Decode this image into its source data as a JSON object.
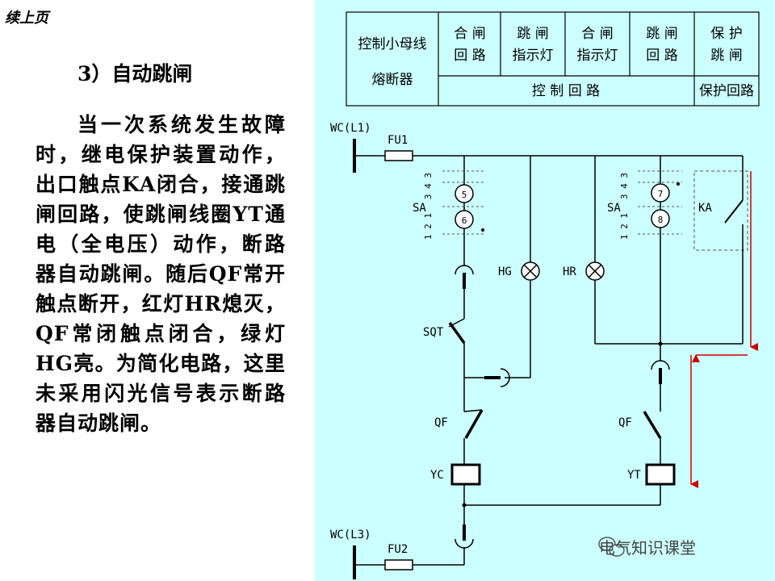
{
  "header": {
    "continued": "续上页"
  },
  "section": {
    "title": "3）自动跳闸"
  },
  "body": {
    "paragraph": "当一次系统发生故障时，继电保护装置动作，出口触点KA闭合，接通跳闸回路，使跳闸线圈YT通电（全电压）动作，断路器自动跳闸。随后QF常开触点断开，红灯HR熄灭，QF常闭触点闭合，绿灯HG亮。为简化电路，这里未采用闪光信号表示断路器自动跳闸。"
  },
  "table": {
    "fuse_col": {
      "line1": "控制小母线",
      "line2": "熔断器"
    },
    "cols": [
      {
        "line1": "合  闸",
        "line2": "回  路"
      },
      {
        "line1": "跳  闸",
        "line2": "指示灯"
      },
      {
        "line1": "合  闸",
        "line2": "指示灯"
      },
      {
        "line1": "跳  闸",
        "line2": "回  路"
      },
      {
        "line1": "保  护",
        "line2": "跳  闸"
      }
    ],
    "control_circuit": "控   制   回   路",
    "protection_circuit": "保护回路"
  },
  "diagram": {
    "bus_top": "WC(L1)",
    "bus_bottom": "WC(L3)",
    "fuse_top": "FU1",
    "fuse_bottom": "FU2",
    "sa_left": "SA",
    "sa_right": "SA",
    "contact_5": "5",
    "contact_6": "6",
    "contact_7": "7",
    "contact_8": "8",
    "pins_upper": "3 4 3",
    "pins_lower": "1 2 1",
    "hg": "HG",
    "hr": "HR",
    "sqt": "SQT",
    "qf_left": "QF",
    "qf_right": "QF",
    "yc": "YC",
    "yt": "YT",
    "ka": "KA",
    "colors": {
      "background": "#ccffff",
      "arrow": "#cc0000"
    }
  },
  "watermark": {
    "text": "电气知识课堂",
    "icon": "wechat-icon"
  }
}
